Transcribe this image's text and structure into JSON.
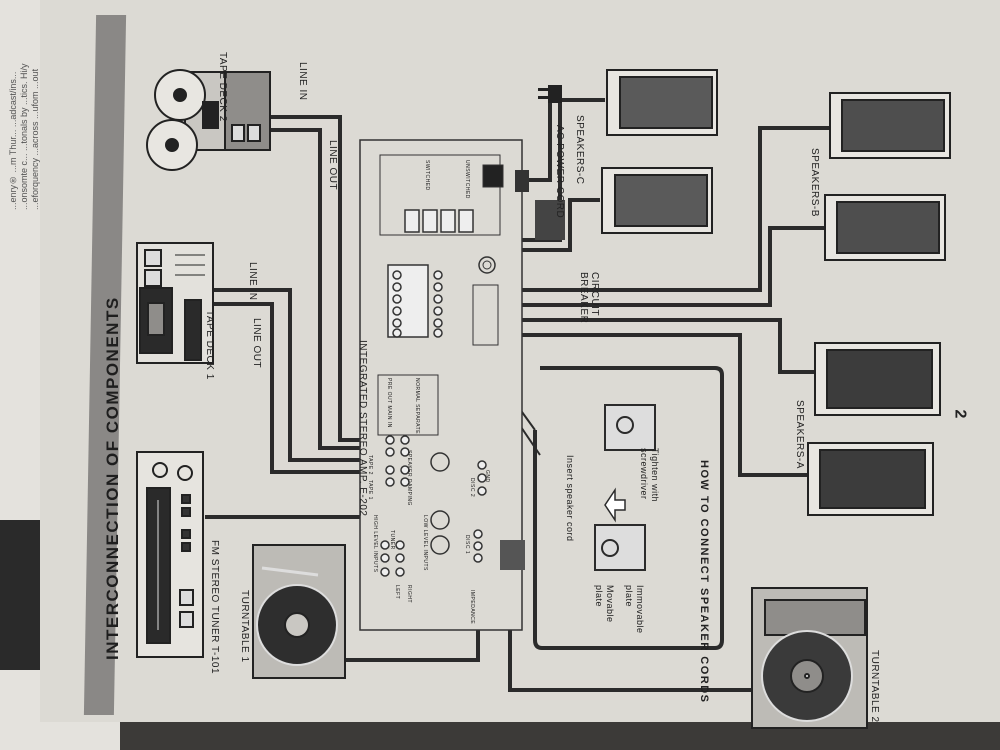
{
  "title": "INTERCONNECTION OF COMPONENTS",
  "page_number": "2",
  "components": {
    "tape_deck_2": "TAPE DECK 2",
    "tape_deck_1": "TAPE DECK 1",
    "tuner": "FM STEREO TUNER T-101",
    "turntable_1": "TURNTABLE 1",
    "turntable_2": "TURNTABLE 2",
    "amplifier": "INTEGRATED STEREO AMP. E-202",
    "speakers_a": "SPEAKERS-A",
    "speakers_b": "SPEAKERS-B",
    "speakers_c": "SPEAKERS-C",
    "ac_power_cord": "AC POWER CORD",
    "circuit_breaker": "CIRCUIT BREAKER"
  },
  "connections": {
    "deck2_line_in": "LINE IN",
    "deck2_line_out": "LINE OUT",
    "deck1_line_in": "LINE IN",
    "deck1_line_out": "LINE OUT"
  },
  "amp_panel": {
    "switched": "SWITCHED",
    "unswitched": "UNSWITCHED",
    "speaker_damping": "SPEAKER DAMPING",
    "high_level_inputs": "HIGH LEVEL INPUTS",
    "low_level_inputs": "LOW LEVEL INPUTS",
    "pre_out_main_in": "PRE OUT  MAIN IN",
    "normal_separate": "NORMAL  SEPARATE",
    "tape_1": "TAPE 1",
    "tape_2": "TAPE 2",
    "tuner": "TUNER",
    "left": "LEFT",
    "right": "RIGHT",
    "disc_1": "DISC 1",
    "disc_2": "DISC 2",
    "gnd": "GND",
    "impedance": "IMPEDANCE"
  },
  "howto": {
    "title": "HOW TO CONNECT SPEAKER CORDS",
    "insert": "Insert speaker cord",
    "tighten": "Tighten with screwdriver",
    "movable": "Movable plate",
    "immovable": "Immovable plate"
  },
  "background_page_text": "...enry® ...m Thur... ...adcast/ins... ...onsomte c... ...tonals by ...tics. Hi/y ...eforquency ...across ...ufom ...out"
}
